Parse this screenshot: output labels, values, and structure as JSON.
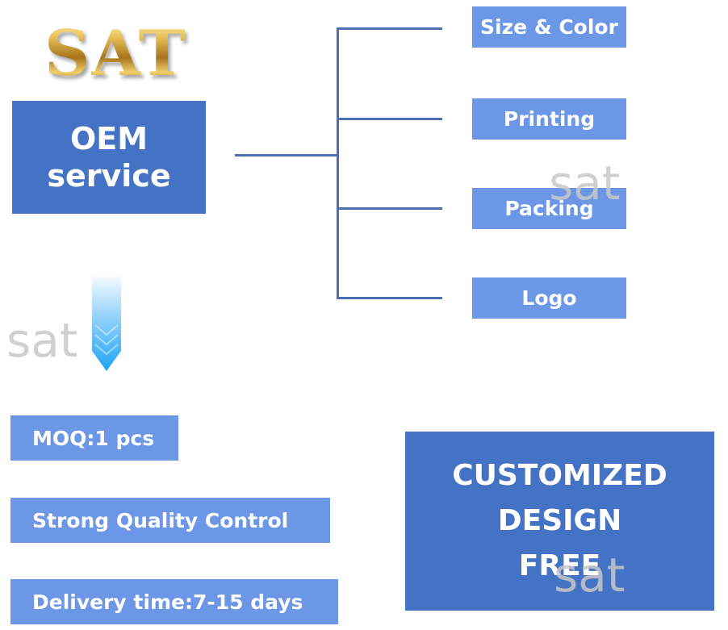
{
  "logo": {
    "text": "SAT"
  },
  "oem": {
    "line1": "OEM",
    "line2": "service"
  },
  "categories": [
    {
      "label": "Size & Color"
    },
    {
      "label": "Printing"
    },
    {
      "label": "Packing"
    },
    {
      "label": "Logo"
    }
  ],
  "features": [
    {
      "label": "MOQ:1 pcs"
    },
    {
      "label": "Strong Quality Control"
    },
    {
      "label": "Delivery time:7-15 days"
    }
  ],
  "customized": {
    "line1": "CUSTOMIZED",
    "line2": "DESIGN",
    "line3": "FREE"
  },
  "watermark": {
    "text": "sat"
  },
  "colors": {
    "primary_blue": "#4472c4",
    "light_blue": "#6b97e6",
    "connector": "#4a6fb5",
    "arrow_top": "#f2f9ff",
    "arrow_bottom": "#1ea4f2"
  },
  "icons": {
    "arrow": "down-arrow-icon"
  }
}
